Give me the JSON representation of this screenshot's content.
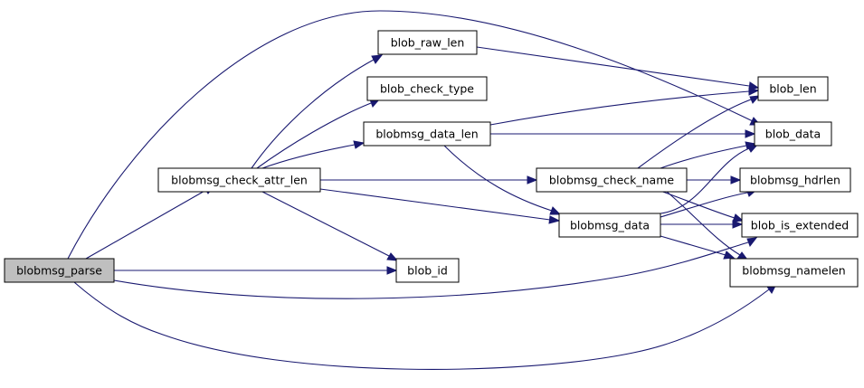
{
  "graph": {
    "colors": {
      "edge": "#191970",
      "root_fill": "#bfbfbf",
      "node_fill": "#ffffff",
      "border": "#000000"
    },
    "nodes": {
      "blobmsg_parse": "blobmsg_parse",
      "blobmsg_check_attr_len": "blobmsg_check_attr_len",
      "blob_raw_len": "blob_raw_len",
      "blob_check_type": "blob_check_type",
      "blobmsg_data_len": "blobmsg_data_len",
      "blob_id": "blob_id",
      "blobmsg_check_name": "blobmsg_check_name",
      "blobmsg_data": "blobmsg_data",
      "blob_len": "blob_len",
      "blob_data": "blob_data",
      "blobmsg_hdrlen": "blobmsg_hdrlen",
      "blob_is_extended": "blob_is_extended",
      "blobmsg_namelen": "blobmsg_namelen"
    },
    "edges": [
      [
        "blobmsg_parse",
        "blobmsg_check_attr_len"
      ],
      [
        "blobmsg_parse",
        "blob_id"
      ],
      [
        "blobmsg_parse",
        "blob_data"
      ],
      [
        "blobmsg_parse",
        "blob_is_extended"
      ],
      [
        "blobmsg_parse",
        "blobmsg_namelen"
      ],
      [
        "blobmsg_check_attr_len",
        "blob_raw_len"
      ],
      [
        "blobmsg_check_attr_len",
        "blob_check_type"
      ],
      [
        "blobmsg_check_attr_len",
        "blobmsg_data_len"
      ],
      [
        "blobmsg_check_attr_len",
        "blobmsg_check_name"
      ],
      [
        "blobmsg_check_attr_len",
        "blobmsg_data"
      ],
      [
        "blobmsg_check_attr_len",
        "blob_id"
      ],
      [
        "blob_raw_len",
        "blob_len"
      ],
      [
        "blobmsg_data_len",
        "blob_len"
      ],
      [
        "blobmsg_data_len",
        "blob_data"
      ],
      [
        "blobmsg_data_len",
        "blobmsg_data"
      ],
      [
        "blobmsg_check_name",
        "blob_len"
      ],
      [
        "blobmsg_check_name",
        "blob_data"
      ],
      [
        "blobmsg_check_name",
        "blobmsg_hdrlen"
      ],
      [
        "blobmsg_check_name",
        "blob_is_extended"
      ],
      [
        "blobmsg_check_name",
        "blobmsg_namelen"
      ],
      [
        "blobmsg_data",
        "blob_data"
      ],
      [
        "blobmsg_data",
        "blobmsg_hdrlen"
      ],
      [
        "blobmsg_data",
        "blob_is_extended"
      ],
      [
        "blobmsg_data",
        "blobmsg_namelen"
      ]
    ]
  }
}
